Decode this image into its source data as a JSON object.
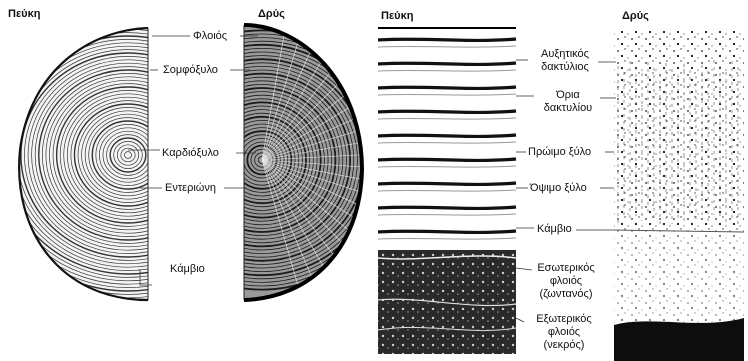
{
  "left_panel": {
    "titles": {
      "pine": "Πεύκη",
      "oak": "Δρύς"
    },
    "labels": {
      "bark": "Φλοιός",
      "sapwood": "Σομφόξυλο",
      "heartwood": "Καρδιόξυλο",
      "pith": "Εντεριώνη",
      "cambium": "Κάμβιο"
    }
  },
  "right_panel": {
    "titles": {
      "pine": "Πεύκη",
      "oak": "Δρύς"
    },
    "labels": {
      "growth_ring_1": "Αυξητικός",
      "growth_ring_2": "δακτύλιος",
      "ring_boundary_1": "Όρια",
      "ring_boundary_2": "δακτυλίου",
      "earlywood": "Πρώιμο ξύλο",
      "latewood": "Όψιμο ξύλο",
      "cambium": "Κάμβιο",
      "inner_bark_1": "Εσωτερικός",
      "inner_bark_2": "φλοιός",
      "inner_bark_3": "(ζωντανός)",
      "outer_bark_1": "Εξωτερικός",
      "outer_bark_2": "φλοιός",
      "outer_bark_3": "(νεκρός)"
    }
  },
  "colors": {
    "ink": "#111111",
    "paper": "#ffffff"
  }
}
